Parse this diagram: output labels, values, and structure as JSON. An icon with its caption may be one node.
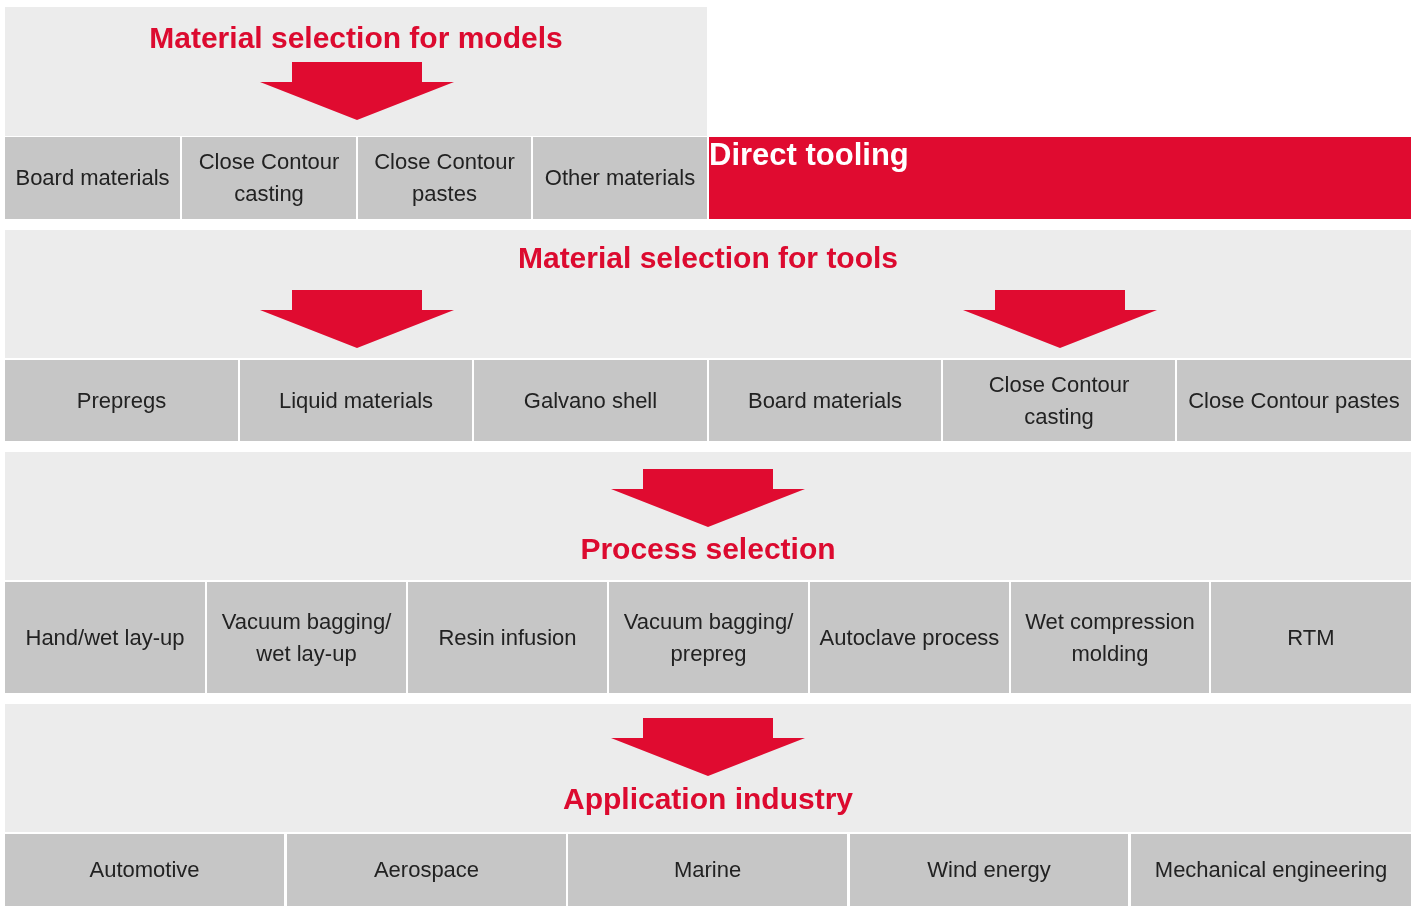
{
  "diagram": {
    "nodes": [
      {
        "text": [
          "Material selection for models"
        ]
      },
      {
        "text": [
          "Board materials"
        ]
      },
      {
        "text": [
          "Close Contour casting"
        ]
      },
      {
        "text": [
          "Close Contour pastes"
        ]
      },
      {
        "text": [
          "Other materials"
        ]
      },
      {
        "text": [
          "Direct tooling"
        ]
      },
      {
        "text": [
          "Material selection for tools"
        ]
      },
      {
        "text": [
          "Prepregs"
        ]
      },
      {
        "text": [
          "Liquid materials"
        ]
      },
      {
        "text": [
          "Galvano shell"
        ]
      },
      {
        "text": [
          "Board materials"
        ]
      },
      {
        "text": [
          "Close Contour casting"
        ]
      },
      {
        "text": [
          "Close Contour pastes"
        ]
      },
      {
        "text": [
          "Process selection"
        ]
      },
      {
        "text": [
          "Hand/wet lay-up"
        ]
      },
      {
        "text": [
          "Vacuum bagging/ wet lay-up"
        ]
      },
      {
        "text": [
          "Resin infusion"
        ]
      },
      {
        "text": [
          "Vacuum bagging/ prepreg"
        ]
      },
      {
        "text": [
          "Autoclave process"
        ]
      },
      {
        "text": [
          "Wet compression molding"
        ]
      },
      {
        "text": [
          "RTM"
        ]
      },
      {
        "text": [
          "Application industry"
        ]
      },
      {
        "text": [
          "Automotive"
        ]
      },
      {
        "text": [
          "Aerospace"
        ]
      },
      {
        "text": [
          "Marine"
        ]
      },
      {
        "text": [
          "Wind energy"
        ]
      },
      {
        "text": [
          "Mechanical engineering"
        ]
      }
    ]
  }
}
